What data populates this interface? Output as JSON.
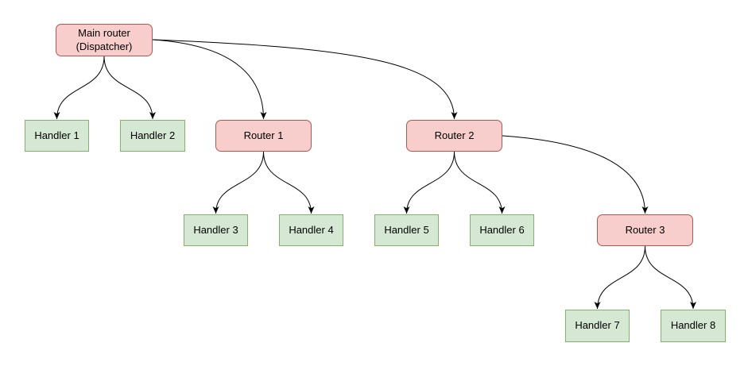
{
  "diagram": {
    "colors": {
      "router_fill": "#f8cecc",
      "router_stroke": "#b85450",
      "handler_fill": "#d5e8d4",
      "handler_stroke": "#82b366",
      "edge_stroke": "#000000",
      "text": "#000000",
      "background": "#ffffff"
    },
    "nodes": {
      "main": {
        "label": "Main router\n(Dispatcher)",
        "type": "router"
      },
      "handler1": {
        "label": "Handler 1",
        "type": "handler"
      },
      "handler2": {
        "label": "Handler 2",
        "type": "handler"
      },
      "router1": {
        "label": "Router 1",
        "type": "router"
      },
      "router2": {
        "label": "Router 2",
        "type": "router"
      },
      "handler3": {
        "label": "Handler 3",
        "type": "handler"
      },
      "handler4": {
        "label": "Handler 4",
        "type": "handler"
      },
      "handler5": {
        "label": "Handler 5",
        "type": "handler"
      },
      "handler6": {
        "label": "Handler 6",
        "type": "handler"
      },
      "router3": {
        "label": "Router 3",
        "type": "router"
      },
      "handler7": {
        "label": "Handler 7",
        "type": "handler"
      },
      "handler8": {
        "label": "Handler 8",
        "type": "handler"
      }
    },
    "edges": [
      {
        "from": "main",
        "to": "handler1"
      },
      {
        "from": "main",
        "to": "handler2"
      },
      {
        "from": "main",
        "to": "router1"
      },
      {
        "from": "main",
        "to": "router2"
      },
      {
        "from": "router1",
        "to": "handler3"
      },
      {
        "from": "router1",
        "to": "handler4"
      },
      {
        "from": "router2",
        "to": "handler5"
      },
      {
        "from": "router2",
        "to": "handler6"
      },
      {
        "from": "router2",
        "to": "router3"
      },
      {
        "from": "router3",
        "to": "handler7"
      },
      {
        "from": "router3",
        "to": "handler8"
      }
    ]
  }
}
